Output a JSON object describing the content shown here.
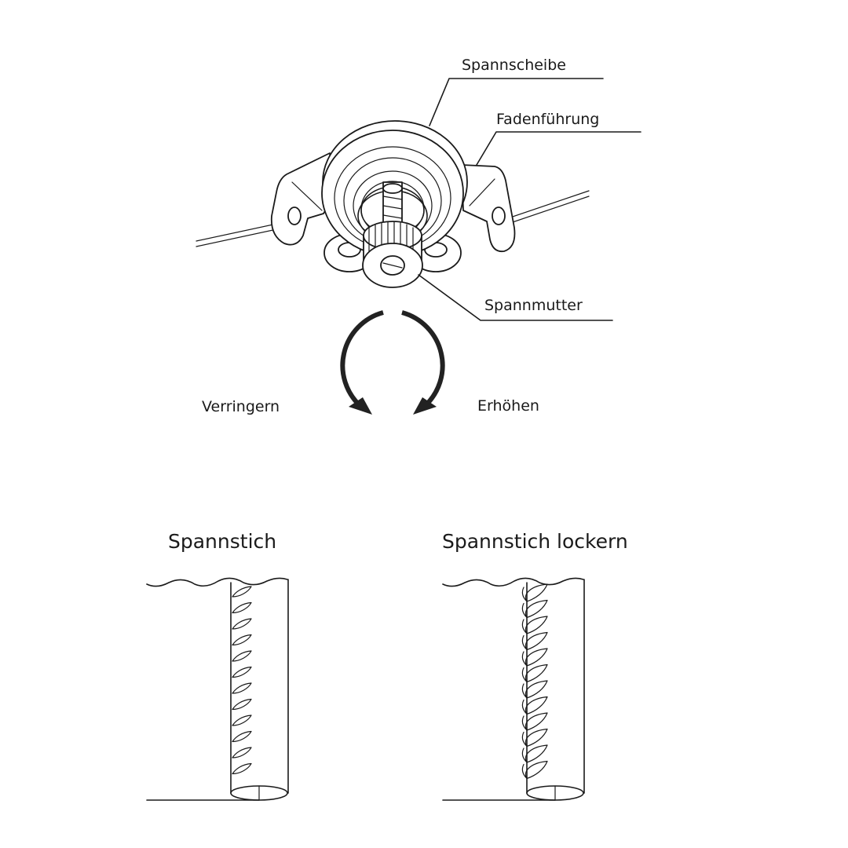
{
  "diagram": {
    "callouts": {
      "tension_disc": "Spannscheibe",
      "thread_guide": "Fadenführung",
      "tension_nut": "Spannmutter"
    },
    "directions": {
      "decrease": "Verringern",
      "increase": "Erhöhen"
    },
    "panels": {
      "left_title": "Spannstich",
      "right_title": "Spannstich lockern"
    },
    "stitch_count_left": 12,
    "stitch_count_right": 12
  }
}
